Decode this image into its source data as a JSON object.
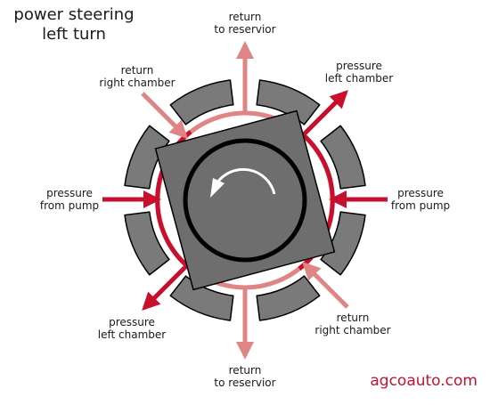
{
  "title": {
    "line1": "power steering",
    "line2": "left turn"
  },
  "labels": {
    "top": {
      "line1": "return",
      "line2": "to reservior"
    },
    "bottom": {
      "line1": "return",
      "line2": "to reservior"
    },
    "upper_left": {
      "line1": "return",
      "line2": "right chamber"
    },
    "lower_right": {
      "line1": "return",
      "line2": "right chamber"
    },
    "upper_right": {
      "line1": "pressure",
      "line2": "left chamber"
    },
    "lower_left": {
      "line1": "pressure",
      "line2": "left chamber"
    },
    "left": {
      "line1": "pressure",
      "line2": "from pump"
    },
    "right": {
      "line1": "pressure",
      "line2": "from pump"
    }
  },
  "brand": "agcoauto.com",
  "colors": {
    "pressure": "#c8102e",
    "return": "#e08585",
    "segment": "#7a7a7a",
    "rotor": "#6e6e6e",
    "outline": "#000000"
  },
  "icons": {
    "rotation": "counterclockwise-arrow-icon"
  }
}
